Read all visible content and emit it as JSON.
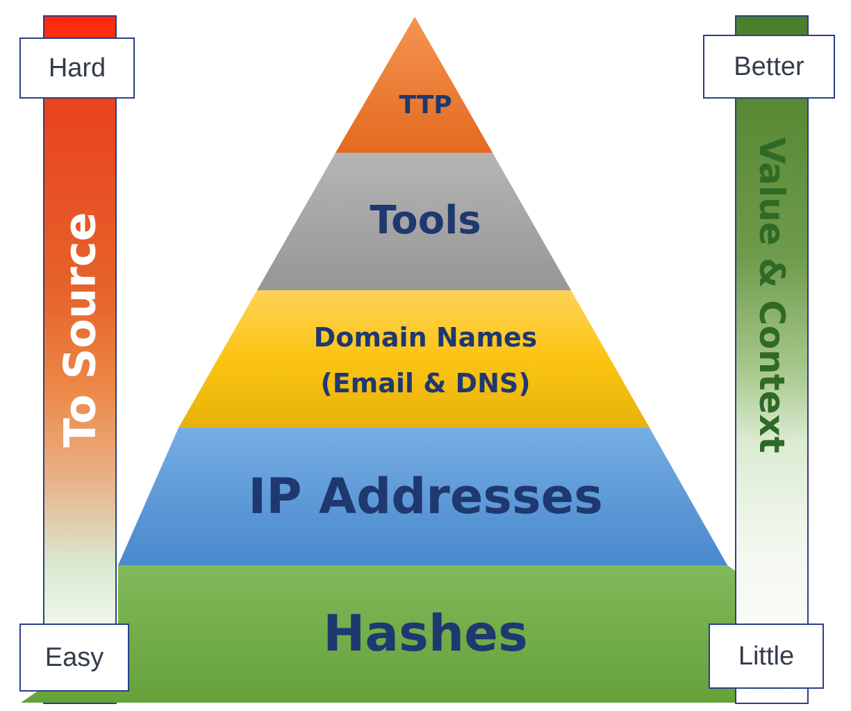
{
  "left_axis": {
    "label": "To Source",
    "top_label": "Hard",
    "bottom_label": "Easy",
    "gradient_top_color": "#ff2a0a",
    "gradient_bottom_color": "#ffffff"
  },
  "right_axis": {
    "label": "Value & Context",
    "top_label": "Better",
    "bottom_label": "Little",
    "gradient_top_color": "#4a7f2a",
    "gradient_bottom_color": "#ffffff"
  },
  "pyramid": {
    "layers": [
      {
        "name": "ttp",
        "lines": [
          "TTP"
        ],
        "color": "#ec7027"
      },
      {
        "name": "tools",
        "lines": [
          "Tools"
        ],
        "color": "#a6a6a6"
      },
      {
        "name": "domain-names",
        "lines": [
          "Domain Names",
          "(Email & DNS)"
        ],
        "color": "#f5c21a"
      },
      {
        "name": "ip-addresses",
        "lines": [
          "IP Addresses"
        ],
        "color": "#5b9bd9"
      },
      {
        "name": "hashes",
        "lines": [
          "Hashes"
        ],
        "color": "#70ad47"
      }
    ],
    "text_color": "#1f3870"
  }
}
